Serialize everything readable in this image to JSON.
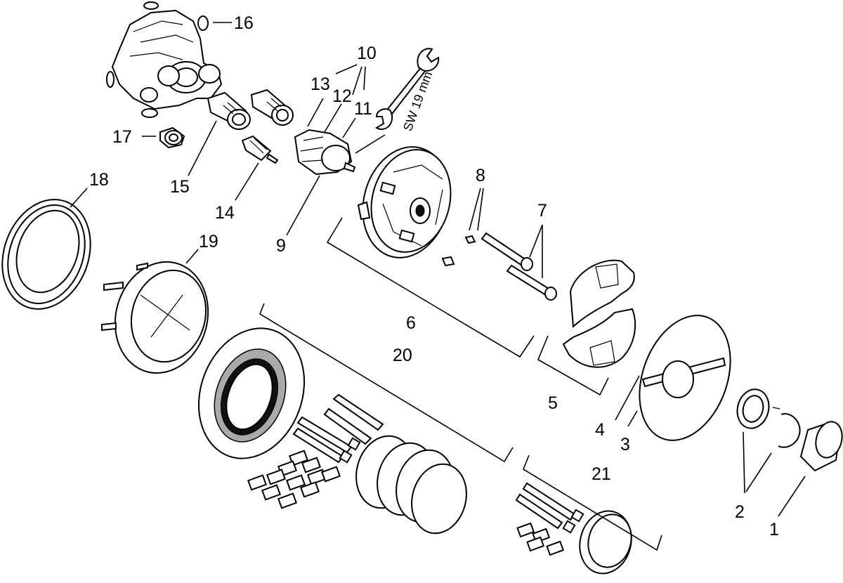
{
  "callouts": {
    "c1": "1",
    "c2": "2",
    "c3": "3",
    "c4": "4",
    "c5": "5",
    "c6": "6",
    "c7": "7",
    "c8": "8",
    "c9": "9",
    "c10": "10",
    "c11": "11",
    "c12": "12",
    "c13": "13",
    "c14": "14",
    "c15": "15",
    "c16": "16",
    "c17": "17",
    "c18": "18",
    "c19": "19",
    "c20": "20",
    "c21": "21"
  },
  "wrench_label": "SW 19 mm",
  "colors": {
    "line": "#000000",
    "background": "#ffffff",
    "accent_grey": "#aaaaaa"
  }
}
